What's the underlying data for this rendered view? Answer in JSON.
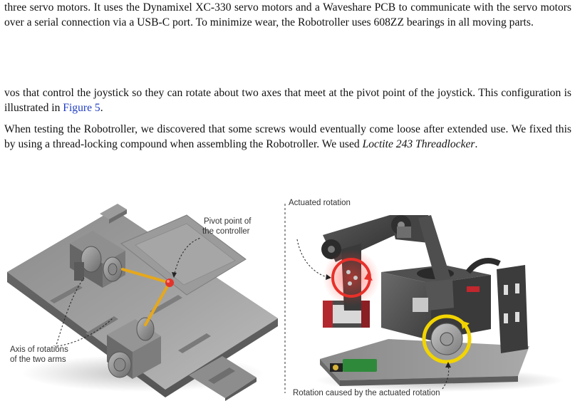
{
  "paragraphs": {
    "p1": {
      "text": "three servo motors. It uses the Dynamixel XC-330 servo motors and a Waveshare PCB to communicate with the servo motors over a serial connection via a USB-C port. To minimize wear, the Robotroller uses 608ZZ bearings in all moving parts."
    },
    "p2": {
      "before": "vos that control the joystick so they can rotate about two axes that meet at the pivot point of the joystick. This configuration is illustrated in ",
      "link": "Figure 5",
      "after": "."
    },
    "p3": {
      "before": "When testing the Robotroller, we discovered that some screws would eventually come loose after extended use. We fixed this by using a thread-locking compound when assembling the Robotroller. We used ",
      "emph": "Loctite 243 Threadlocker",
      "after": "."
    }
  },
  "figure_left": {
    "pivot_label_1": "Pivot point of",
    "pivot_label_2": "the controller",
    "axis_label_1": "Axis of rotations",
    "axis_label_2": "of the two arms"
  },
  "figure_right": {
    "top_label": "Actuated rotation",
    "bottom_label": "Rotation caused by the actuated rotation"
  },
  "colors": {
    "link": "#1f3cc4",
    "red_ring": "#e8302a",
    "yellow_ring": "#f2d400",
    "arm": "#e6a81c",
    "pivot": "#e1352b"
  }
}
